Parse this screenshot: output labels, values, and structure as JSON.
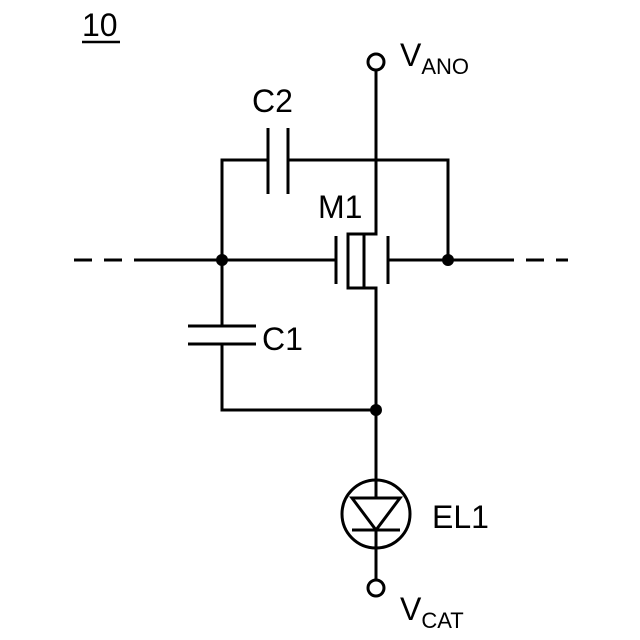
{
  "figure_number": "10",
  "labels": {
    "vano_main": "V",
    "vano_sub": "ANO",
    "vcat_main": "V",
    "vcat_sub": "CAT",
    "c1": "C1",
    "c2": "C2",
    "m1": "M1",
    "el1": "EL1"
  },
  "colors": {
    "line": "#000000",
    "background": "#ffffff"
  }
}
